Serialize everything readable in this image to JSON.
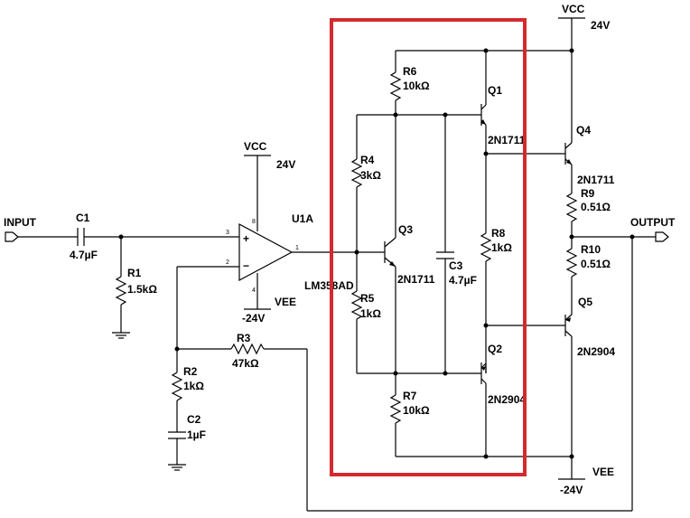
{
  "ports": {
    "input": "INPUT",
    "output": "OUTPUT"
  },
  "rails": {
    "vcc_top": "VCC",
    "vcc_top_val": "24V",
    "vcc_op": "VCC",
    "vcc_op_val": "24V",
    "vee_op": "VEE",
    "vee_op_val": "-24V",
    "vee_bot": "VEE",
    "vee_bot_val": "-24V"
  },
  "opamp": {
    "ref": "U1A",
    "part": "LM358AD",
    "pin_plus": "+",
    "pin_minus": "−",
    "pin3": "3",
    "pin2": "2",
    "pin1": "1",
    "pin8": "8",
    "pin4": "4"
  },
  "components": {
    "C1": {
      "ref": "C1",
      "val": "4.7µF"
    },
    "R1": {
      "ref": "R1",
      "val": "1.5kΩ"
    },
    "R2": {
      "ref": "R2",
      "val": "1kΩ"
    },
    "C2": {
      "ref": "C2",
      "val": "1µF"
    },
    "R3": {
      "ref": "R3",
      "val": "47kΩ"
    },
    "R4": {
      "ref": "R4",
      "val": "3kΩ"
    },
    "R5": {
      "ref": "R5",
      "val": "1kΩ"
    },
    "R6": {
      "ref": "R6",
      "val": "10kΩ"
    },
    "R7": {
      "ref": "R7",
      "val": "10kΩ"
    },
    "R8": {
      "ref": "R8",
      "val": "1kΩ"
    },
    "R9": {
      "ref": "R9",
      "val": "0.51Ω"
    },
    "R10": {
      "ref": "R10",
      "val": "0.51Ω"
    },
    "C3": {
      "ref": "C3",
      "val": "4.7µF"
    },
    "Q1": {
      "ref": "Q1",
      "val": "2N1711"
    },
    "Q2": {
      "ref": "Q2",
      "val": "2N2904"
    },
    "Q3": {
      "ref": "Q3",
      "val": "2N1711"
    },
    "Q4": {
      "ref": "Q4",
      "val": "2N1711"
    },
    "Q5": {
      "ref": "Q5",
      "val": "2N2904"
    }
  },
  "highlight_color": "#d42a2f"
}
